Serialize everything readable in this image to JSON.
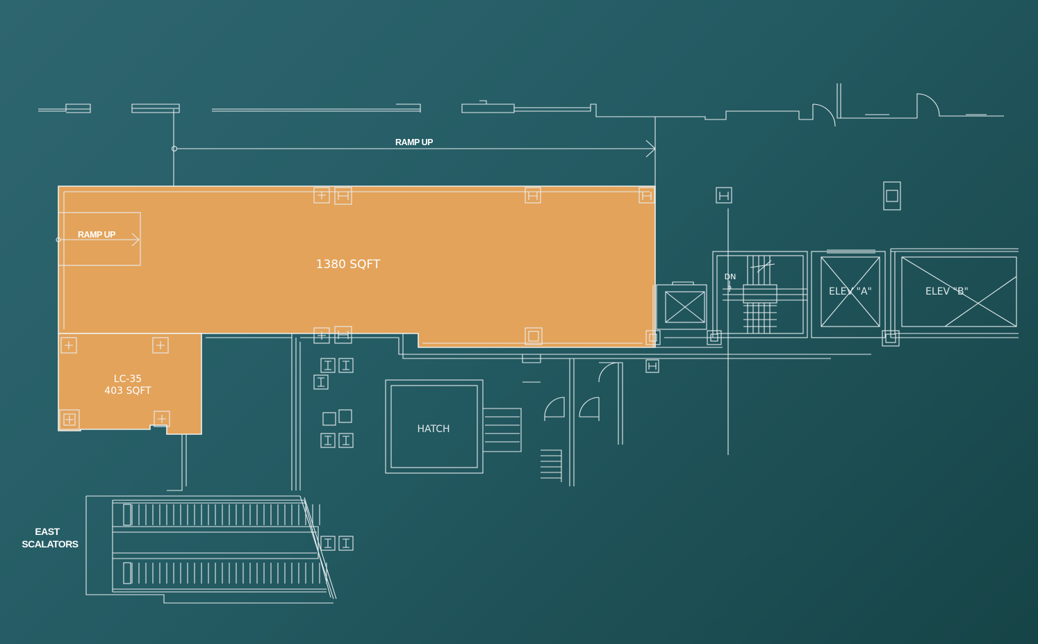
{
  "labels": {
    "ramp_up_top": "RAMP UP",
    "ramp_up_inner": "RAMP UP",
    "main_area": "1380 SQFT",
    "unit_id": "LC-35",
    "unit_area": "403 SQFT",
    "hatch": "HATCH",
    "stair_dn": "DN",
    "elev_a": "ELEV \"A\"",
    "elev_b": "ELEV \"B\"",
    "escalators_line1": "EAST",
    "escalators_line2": "SCALATORS"
  },
  "colors": {
    "background_start": "#2e6670",
    "background_end": "#164447",
    "highlight_fill": "#e3a35b",
    "linework": "#e8eef0"
  }
}
